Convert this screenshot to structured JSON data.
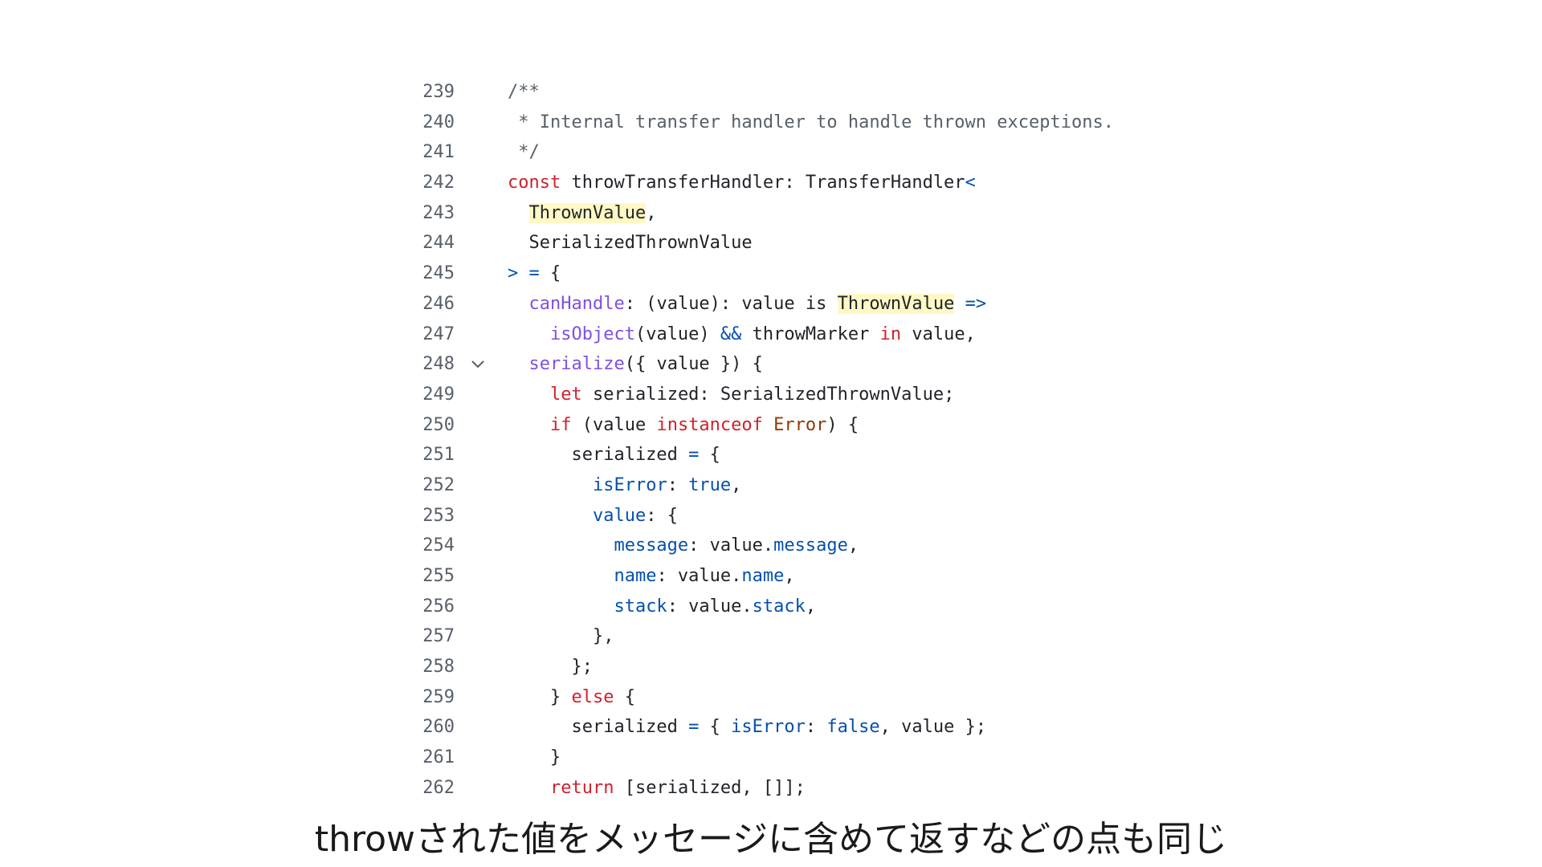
{
  "code": {
    "lines": [
      {
        "num": "239",
        "tokens": [
          {
            "t": "/**",
            "c": "comment"
          }
        ]
      },
      {
        "num": "240",
        "tokens": [
          {
            "t": " * Internal transfer handler to handle thrown exceptions.",
            "c": "comment"
          }
        ]
      },
      {
        "num": "241",
        "tokens": [
          {
            "t": " */",
            "c": "comment"
          }
        ]
      },
      {
        "num": "242",
        "tokens": [
          {
            "t": "const",
            "c": "keyword"
          },
          {
            "t": " throwTransferHandler: TransferHandler",
            "c": "plain"
          },
          {
            "t": "<",
            "c": "op"
          }
        ]
      },
      {
        "num": "243",
        "tokens": [
          {
            "t": "  ",
            "c": "plain"
          },
          {
            "t": "ThrownValue",
            "c": "plain",
            "hl": true
          },
          {
            "t": ",",
            "c": "plain"
          }
        ]
      },
      {
        "num": "244",
        "tokens": [
          {
            "t": "  SerializedThrownValue",
            "c": "plain"
          }
        ]
      },
      {
        "num": "245",
        "tokens": [
          {
            "t": "> =",
            "c": "op"
          },
          {
            "t": " {",
            "c": "plain"
          }
        ]
      },
      {
        "num": "246",
        "tokens": [
          {
            "t": "  ",
            "c": "plain"
          },
          {
            "t": "canHandle",
            "c": "func"
          },
          {
            "t": ": (value): value is ",
            "c": "plain"
          },
          {
            "t": "ThrownValue",
            "c": "plain",
            "hl": true
          },
          {
            "t": " ",
            "c": "plain"
          },
          {
            "t": "=>",
            "c": "op"
          }
        ]
      },
      {
        "num": "247",
        "tokens": [
          {
            "t": "    ",
            "c": "plain"
          },
          {
            "t": "isObject",
            "c": "func"
          },
          {
            "t": "(value) ",
            "c": "plain"
          },
          {
            "t": "&&",
            "c": "op"
          },
          {
            "t": " throwMarker ",
            "c": "plain"
          },
          {
            "t": "in",
            "c": "keyword"
          },
          {
            "t": " value,",
            "c": "plain"
          }
        ]
      },
      {
        "num": "248",
        "fold": true,
        "tokens": [
          {
            "t": "  ",
            "c": "plain"
          },
          {
            "t": "serialize",
            "c": "func"
          },
          {
            "t": "({ value }) {",
            "c": "plain"
          }
        ]
      },
      {
        "num": "249",
        "tokens": [
          {
            "t": "    ",
            "c": "plain"
          },
          {
            "t": "let",
            "c": "keyword"
          },
          {
            "t": " serialized: SerializedThrownValue;",
            "c": "plain"
          }
        ]
      },
      {
        "num": "250",
        "tokens": [
          {
            "t": "    ",
            "c": "plain"
          },
          {
            "t": "if",
            "c": "keyword"
          },
          {
            "t": " (value ",
            "c": "plain"
          },
          {
            "t": "instanceof",
            "c": "keyword"
          },
          {
            "t": " ",
            "c": "plain"
          },
          {
            "t": "Error",
            "c": "type"
          },
          {
            "t": ") {",
            "c": "plain"
          }
        ]
      },
      {
        "num": "251",
        "tokens": [
          {
            "t": "      serialized ",
            "c": "plain"
          },
          {
            "t": "=",
            "c": "op"
          },
          {
            "t": " {",
            "c": "plain"
          }
        ]
      },
      {
        "num": "252",
        "tokens": [
          {
            "t": "        ",
            "c": "plain"
          },
          {
            "t": "isError",
            "c": "prop"
          },
          {
            "t": ": ",
            "c": "plain"
          },
          {
            "t": "true",
            "c": "prop"
          },
          {
            "t": ",",
            "c": "plain"
          }
        ]
      },
      {
        "num": "253",
        "tokens": [
          {
            "t": "        ",
            "c": "plain"
          },
          {
            "t": "value",
            "c": "prop"
          },
          {
            "t": ": {",
            "c": "plain"
          }
        ]
      },
      {
        "num": "254",
        "tokens": [
          {
            "t": "          ",
            "c": "plain"
          },
          {
            "t": "message",
            "c": "prop"
          },
          {
            "t": ": value.",
            "c": "plain"
          },
          {
            "t": "message",
            "c": "prop"
          },
          {
            "t": ",",
            "c": "plain"
          }
        ]
      },
      {
        "num": "255",
        "tokens": [
          {
            "t": "          ",
            "c": "plain"
          },
          {
            "t": "name",
            "c": "prop"
          },
          {
            "t": ": value.",
            "c": "plain"
          },
          {
            "t": "name",
            "c": "prop"
          },
          {
            "t": ",",
            "c": "plain"
          }
        ]
      },
      {
        "num": "256",
        "tokens": [
          {
            "t": "          ",
            "c": "plain"
          },
          {
            "t": "stack",
            "c": "prop"
          },
          {
            "t": ": value.",
            "c": "plain"
          },
          {
            "t": "stack",
            "c": "prop"
          },
          {
            "t": ",",
            "c": "plain"
          }
        ]
      },
      {
        "num": "257",
        "tokens": [
          {
            "t": "        },",
            "c": "plain"
          }
        ]
      },
      {
        "num": "258",
        "tokens": [
          {
            "t": "      };",
            "c": "plain"
          }
        ]
      },
      {
        "num": "259",
        "tokens": [
          {
            "t": "    } ",
            "c": "plain"
          },
          {
            "t": "else",
            "c": "keyword"
          },
          {
            "t": " {",
            "c": "plain"
          }
        ]
      },
      {
        "num": "260",
        "tokens": [
          {
            "t": "      serialized ",
            "c": "plain"
          },
          {
            "t": "=",
            "c": "op"
          },
          {
            "t": " { ",
            "c": "plain"
          },
          {
            "t": "isError",
            "c": "prop"
          },
          {
            "t": ": ",
            "c": "plain"
          },
          {
            "t": "false",
            "c": "prop"
          },
          {
            "t": ", value };",
            "c": "plain"
          }
        ]
      },
      {
        "num": "261",
        "tokens": [
          {
            "t": "    }",
            "c": "plain"
          }
        ]
      },
      {
        "num": "262",
        "tokens": [
          {
            "t": "    ",
            "c": "plain"
          },
          {
            "t": "return",
            "c": "keyword"
          },
          {
            "t": " [serialized, []];",
            "c": "plain"
          }
        ]
      }
    ],
    "fold_icon": "chevron-down-icon"
  },
  "caption": "throwされた値をメッセージに含めて返すなどの点も同じ",
  "colors": {
    "keyword": "#cf222e",
    "function": "#8250df",
    "property": "#0550ae",
    "comment": "#57606a",
    "highlight": "#fff8c5"
  }
}
